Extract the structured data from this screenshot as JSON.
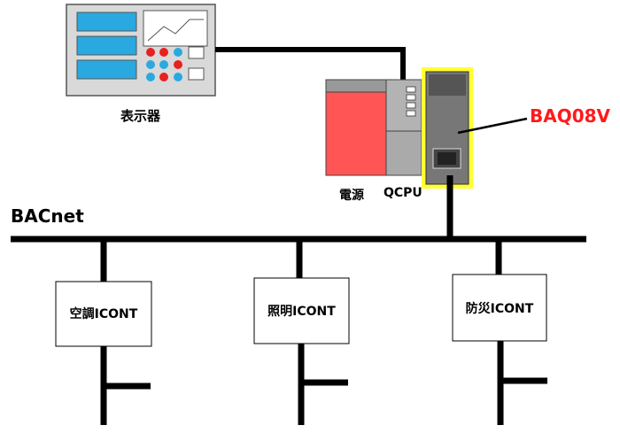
{
  "labels": {
    "display": "表示器",
    "power": "電源",
    "cpu": "QCPU",
    "module": "BAQ08V",
    "network": "BACnet"
  },
  "controllers": [
    {
      "label": "空調ICONT"
    },
    {
      "label": "照明ICONT"
    },
    {
      "label": "防災ICONT"
    }
  ],
  "colors": {
    "module_highlight": "#ffff33",
    "module_label": "#ff1a1a",
    "power_unit": "#ff5555",
    "display_screen": "#29a9e0",
    "button_red": "#e82020",
    "button_blue": "#29a9e0",
    "line": "#000000"
  }
}
